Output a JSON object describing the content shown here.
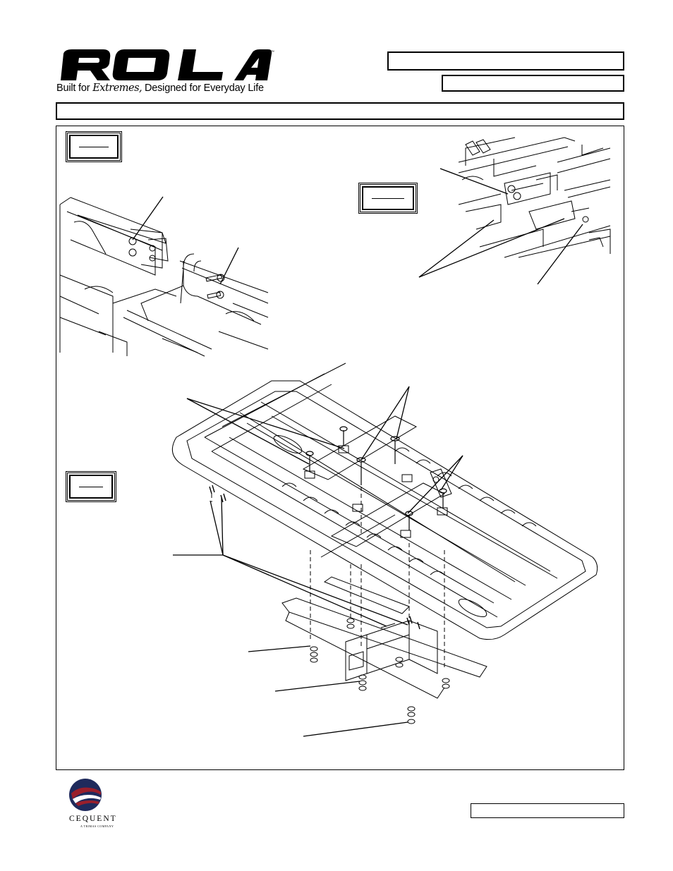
{
  "header": {
    "brand": "ROLA",
    "tagline_prefix": "Built for ",
    "tagline_emphasis": "Extremes,",
    "tagline_suffix": " Designed for Everyday Life"
  },
  "footer": {
    "company": "CEQUENT",
    "company_sub": "A TRIMAS COMPANY"
  },
  "colors": {
    "logo_navy": "#1f2a5c",
    "logo_red": "#9a1f2b",
    "line": "#000000"
  }
}
